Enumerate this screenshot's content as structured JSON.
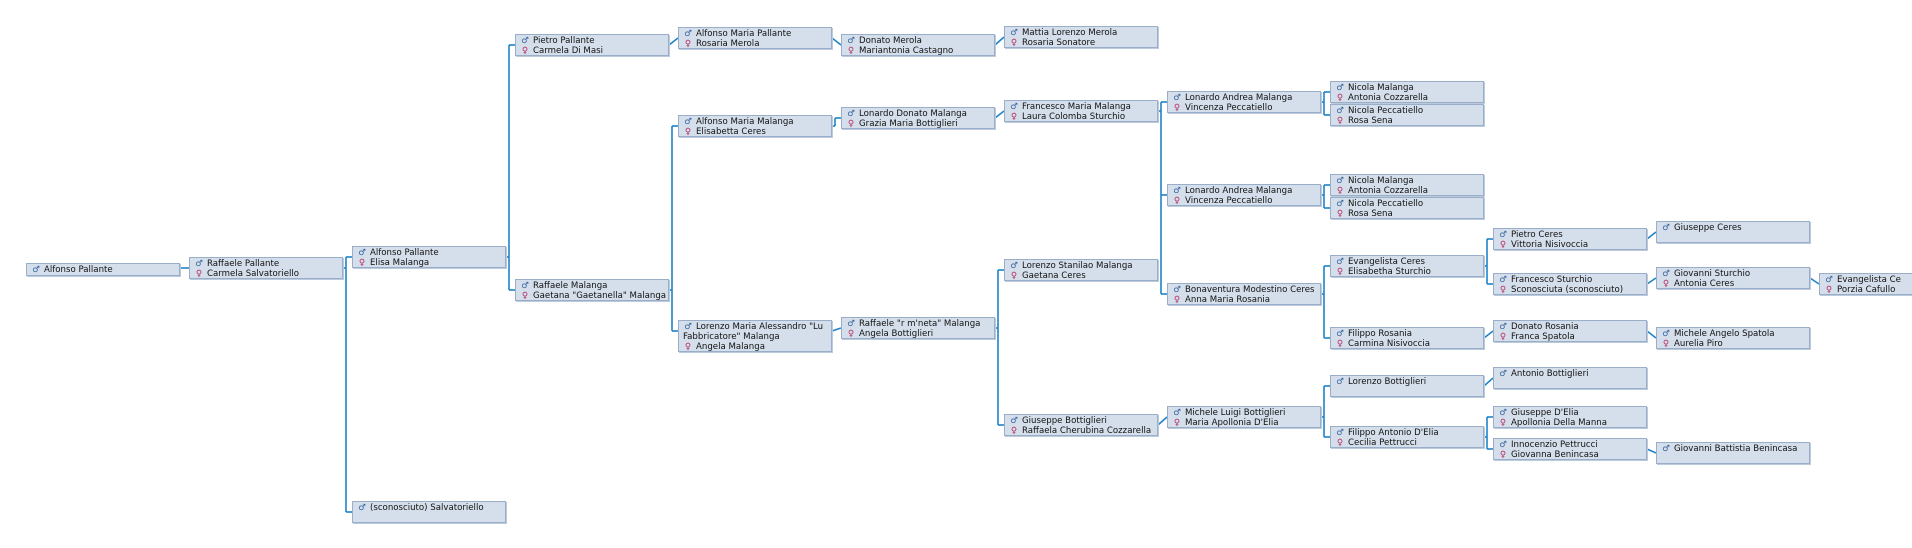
{
  "symbols": {
    "male": "♂",
    "female": "♀"
  },
  "colors": {
    "connector": "#1f83c9",
    "box_fill": "#d5dfeb",
    "box_border": "#9aaec9",
    "male_icon": "#2f5f9b",
    "female_icon": "#b3245e"
  },
  "people": {
    "n1": {
      "father": "Alfonso Pallante",
      "mother": ""
    },
    "n2": {
      "father": "Raffaele Pallante",
      "mother": "Carmela Salvatoriello"
    },
    "n3": {
      "father": "Alfonso Pallante",
      "mother": "Elisa Malanga"
    },
    "n4": {
      "father": "(sconosciuto) Salvatoriello",
      "mother": ""
    },
    "n5": {
      "father": "Pietro Pallante",
      "mother": "Carmela Di Masi"
    },
    "n6": {
      "father": "Raffaele Malanga",
      "mother": "Gaetana \"Gaetanella\" Malanga"
    },
    "n7": {
      "father": "Alfonso Maria Pallante",
      "mother": "Rosaria Merola"
    },
    "n8": {
      "father": "Alfonso Maria Malanga",
      "mother": "Elisabetta Ceres"
    },
    "n9": {
      "father_line1": "Lorenzo Maria Alessandro \"Lu",
      "father_line2": "Fabbricatore\" Malanga",
      "mother": "Angela Malanga"
    },
    "n10": {
      "father": "Donato Merola",
      "mother": "Mariantonia Castagno"
    },
    "n11": {
      "father": "Lonardo Donato Malanga",
      "mother": "Grazia Maria Bottiglieri"
    },
    "n12": {
      "father": "Raffaele \"r m'neta\" Malanga",
      "mother": "Angela Bottiglieri"
    },
    "n13": {
      "father": "Mattia Lorenzo Merola",
      "mother": "Rosaria Sonatore"
    },
    "n14": {
      "father": "Francesco Maria Malanga",
      "mother": "Laura Colomba Sturchio"
    },
    "n15": {
      "father": "Lorenzo Stanilao Malanga",
      "mother": "Gaetana Ceres"
    },
    "n16": {
      "father": "Giuseppe Bottiglieri",
      "mother": "Raffaela Cherubina Cozzarella"
    },
    "n17": {
      "father": "Lonardo Andrea Malanga",
      "mother": "Vincenza Peccatiello"
    },
    "n18": {
      "father": "Lonardo Andrea Malanga",
      "mother": "Vincenza Peccatiello"
    },
    "n19": {
      "father": "Bonaventura Modestino Ceres",
      "mother": "Anna Maria Rosania"
    },
    "n20": {
      "father": "Michele Luigi Bottiglieri",
      "mother": "Maria Apollonia D'Elia"
    },
    "n21": {
      "father": "Nicola Malanga",
      "mother": "Antonia Cozzarella"
    },
    "n22": {
      "father": "Nicola Peccatiello",
      "mother": "Rosa Sena"
    },
    "n23": {
      "father": "Nicola Malanga",
      "mother": "Antonia Cozzarella"
    },
    "n24": {
      "father": "Nicola Peccatiello",
      "mother": "Rosa Sena"
    },
    "n25": {
      "father": "Evangelista Ceres",
      "mother": "Elisabetha Sturchio"
    },
    "n26": {
      "father": "Filippo Rosania",
      "mother": "Carmina Nisivoccia"
    },
    "n27": {
      "father": "Lorenzo Bottiglieri",
      "mother": ""
    },
    "n28": {
      "father": "Filippo Antonio D'Elia",
      "mother": "Cecilia Pettrucci"
    },
    "n29": {
      "father": "Pietro Ceres",
      "mother": "Vittoria Nisivoccia"
    },
    "n30": {
      "father": "Francesco Sturchio",
      "mother": "Sconosciuta (sconosciuto)"
    },
    "n31": {
      "father": "Donato Rosania",
      "mother": "Franca Spatola"
    },
    "n32": {
      "father": "Antonio Bottiglieri",
      "mother": ""
    },
    "n33": {
      "father": "Giuseppe D'Elia",
      "mother": "Apollonia Della Manna"
    },
    "n34": {
      "father": "Innocenzio Pettrucci",
      "mother": "Giovanna Benincasa"
    },
    "n35": {
      "father": "Giuseppe Ceres",
      "mother": ""
    },
    "n36": {
      "father": "Giovanni Sturchio",
      "mother": "Antonia Ceres"
    },
    "n37": {
      "father": "Michele Angelo Spatola",
      "mother": "Aurelia Piro"
    },
    "n38": {
      "father": "Giovanni Battistia Benincasa",
      "mother": ""
    },
    "n39": {
      "father": "Evangelista Ce",
      "mother": "Porzia Cafullo"
    }
  }
}
